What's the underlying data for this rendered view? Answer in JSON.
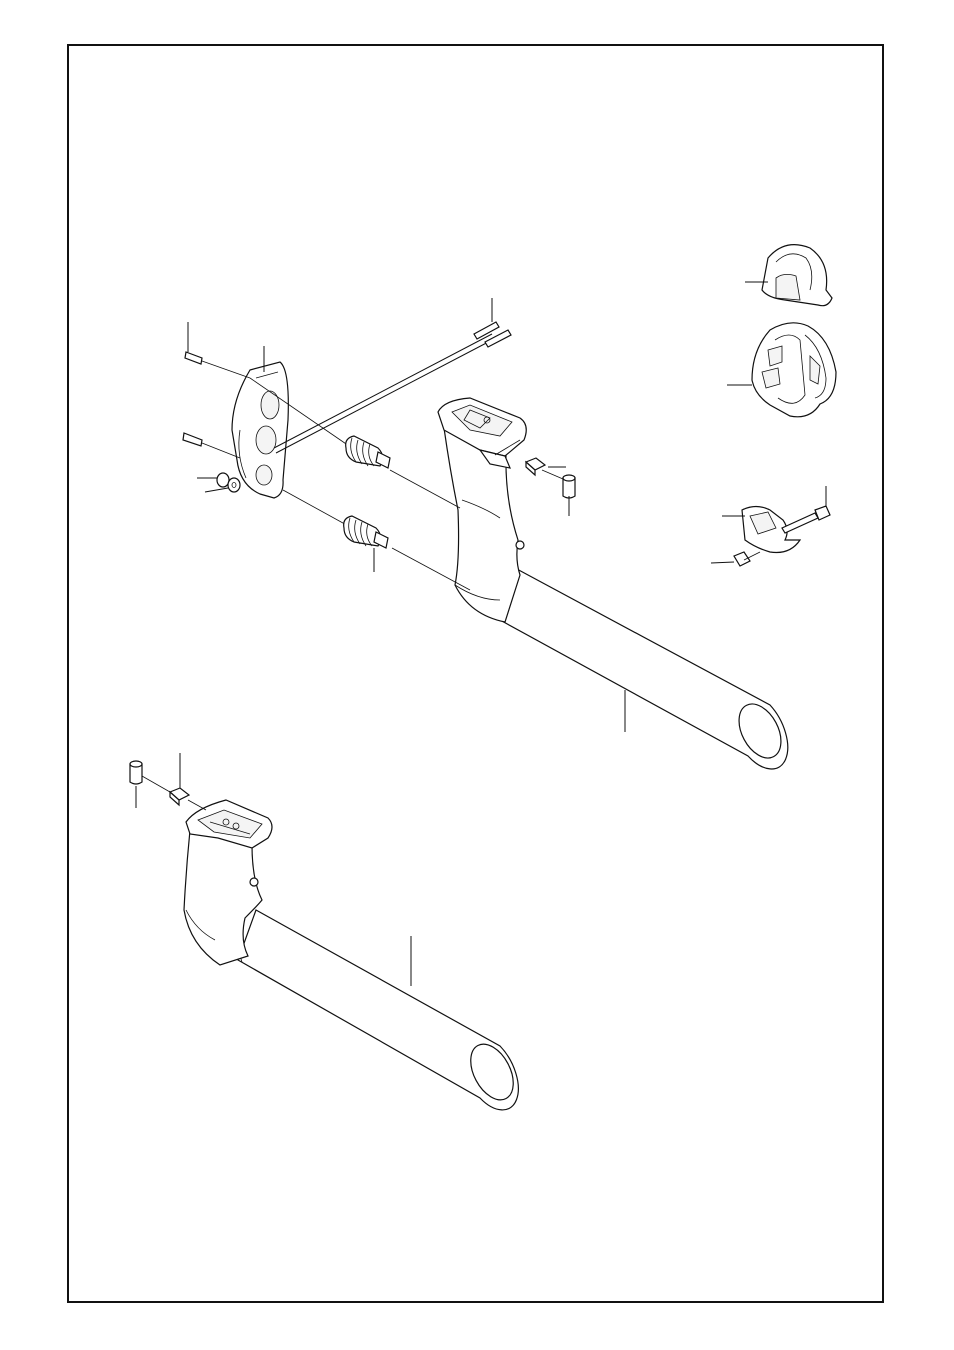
{
  "diagram": {
    "kind": "exploded-parts-view",
    "line_color": "#111111",
    "background": "#ffffff",
    "parts": [
      "upper-handle-assembly",
      "throttle-trigger-cover",
      "throttle-trigger",
      "handle-bracket",
      "handle-bracket-bolt",
      "bracket-cross-rod",
      "rod-bolt",
      "spring-washer",
      "washer",
      "damper-spring",
      "square-nut",
      "spacer-sleeve",
      "lever-holder",
      "lever-holder-bolt",
      "lever-holder-nut",
      "lower-handle-assembly"
    ]
  }
}
